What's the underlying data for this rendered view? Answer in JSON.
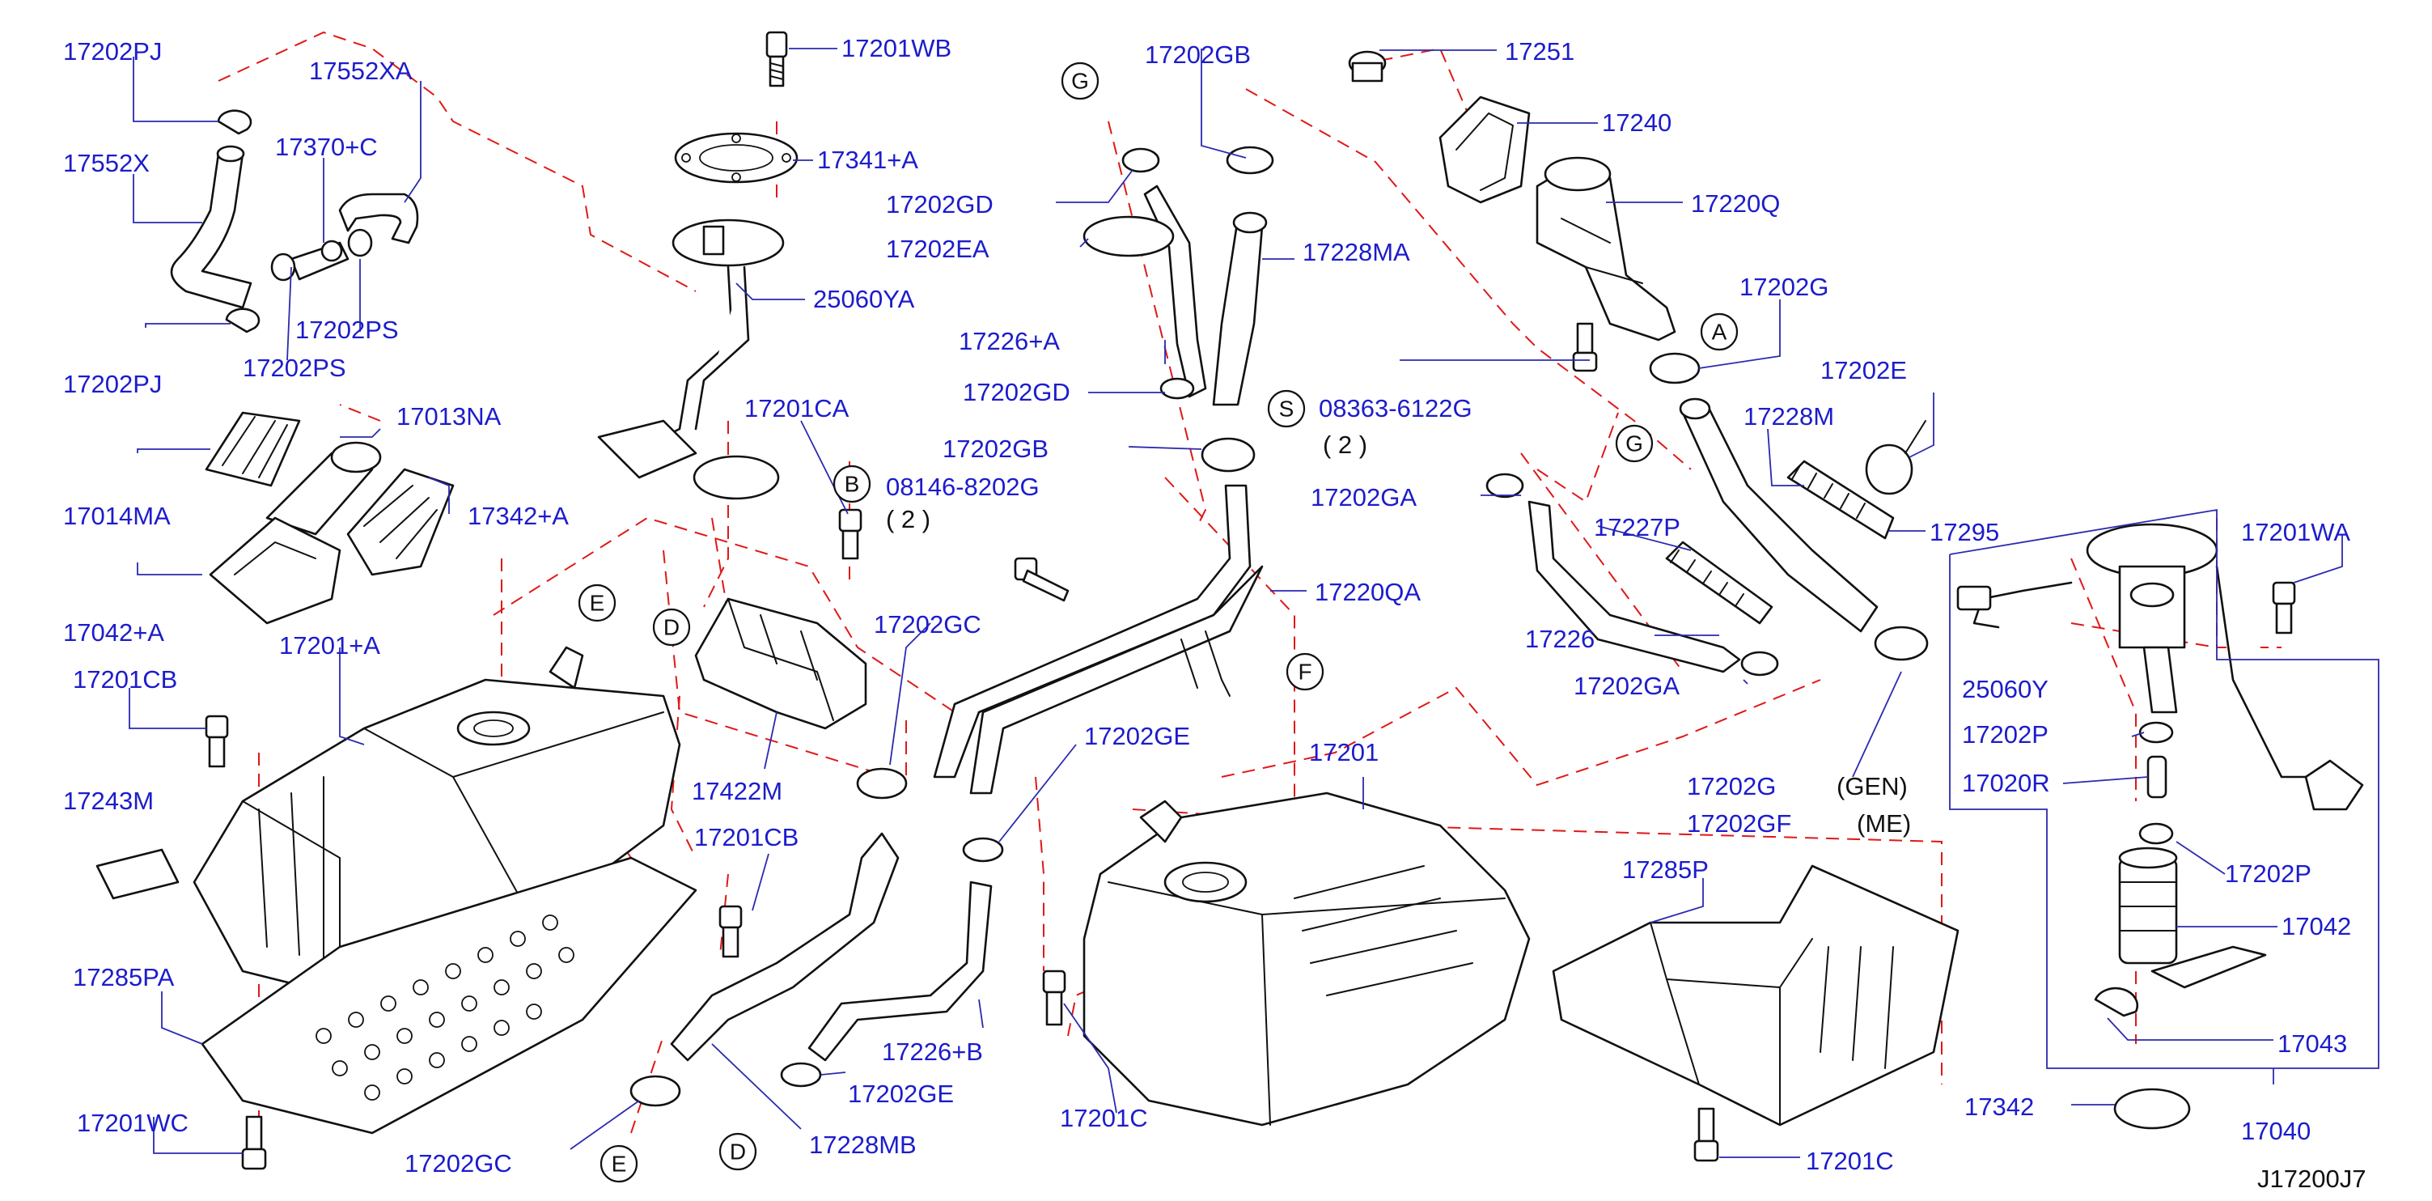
{
  "labels": {
    "l17202PJ_a": "17202PJ",
    "l17552XA": "17552XA",
    "l17201WB": "17201WB",
    "l17202GB_a": "17202GB",
    "l17251": "17251",
    "l17240": "17240",
    "l17552X": "17552X",
    "l17370C": "17370+C",
    "l17341A": "17341+A",
    "l17202GD_a": "17202GD",
    "l17220Q": "17220Q",
    "l17202EA": "17202EA",
    "l17228MA": "17228MA",
    "l25060YA": "25060YA",
    "l17202G_a": "17202G",
    "l17202PS_a": "17202PS",
    "l17202PJ_b": "17202PJ",
    "l17202PS_b": "17202PS",
    "l17226A": "17226+A",
    "l17202GD_b": "17202GD",
    "l08363": "08363-6122G",
    "l17202E": "17202E",
    "l17013NA": "17013NA",
    "l17201CA": "17201CA",
    "l17202GB_b": "17202GB",
    "l17228M": "17228M",
    "l08146": "08146-8202G",
    "l17014MA": "17014MA",
    "l17342A": "17342+A",
    "l17202GA_a": "17202GA",
    "l17227P": "17227P",
    "l17295": "17295",
    "l17201WA": "17201WA",
    "l17220QA": "17220QA",
    "l17042A": "17042+A",
    "l17202GC_a": "17202GC",
    "l17201A": "17201+A",
    "l17226": "17226",
    "l17201CB_a": "17201CB",
    "l17202GA_b": "17202GA",
    "l25060Y": "25060Y",
    "l17202GE_a": "17202GE",
    "l17202P_a": "17202P",
    "l17201": "17201",
    "l17422M": "17422M",
    "l17202G_b": "17202G",
    "l17020R": "17020R",
    "l17243M": "17243M",
    "l17202GF": "17202GF",
    "l17201CB_b": "17201CB",
    "l17285P": "17285P",
    "l17202P_b": "17202P",
    "l17042": "17042",
    "l17285PA": "17285PA",
    "l17226B": "17226+B",
    "l17043": "17043",
    "l17202GE_b": "17202GE",
    "l17342": "17342",
    "l17201WC": "17201WC",
    "l17201C_a": "17201C",
    "l17228MB": "17228MB",
    "l17040": "17040",
    "l17202GC_b": "17202GC",
    "l17201C_b": "17201C"
  },
  "qty_notes": {
    "q2_a": "( 2 )",
    "q2_b": "( 2 )"
  },
  "variant_notes": {
    "gen": "(GEN)",
    "me": "(ME)"
  },
  "callouts": {
    "g_top": "G",
    "a": "A",
    "s": "S",
    "g_mid": "G",
    "b": "B",
    "e_top": "E",
    "d_top": "D",
    "f": "F",
    "e_bottom": "E",
    "d_bottom": "D"
  },
  "diagram_code": "J17200J7",
  "colors": {
    "label_text": "#1c1ccc",
    "leader_line": "#2a2ab0",
    "dashed_connector": "#e01818",
    "part_outline": "#111111",
    "background": "#ffffff"
  }
}
